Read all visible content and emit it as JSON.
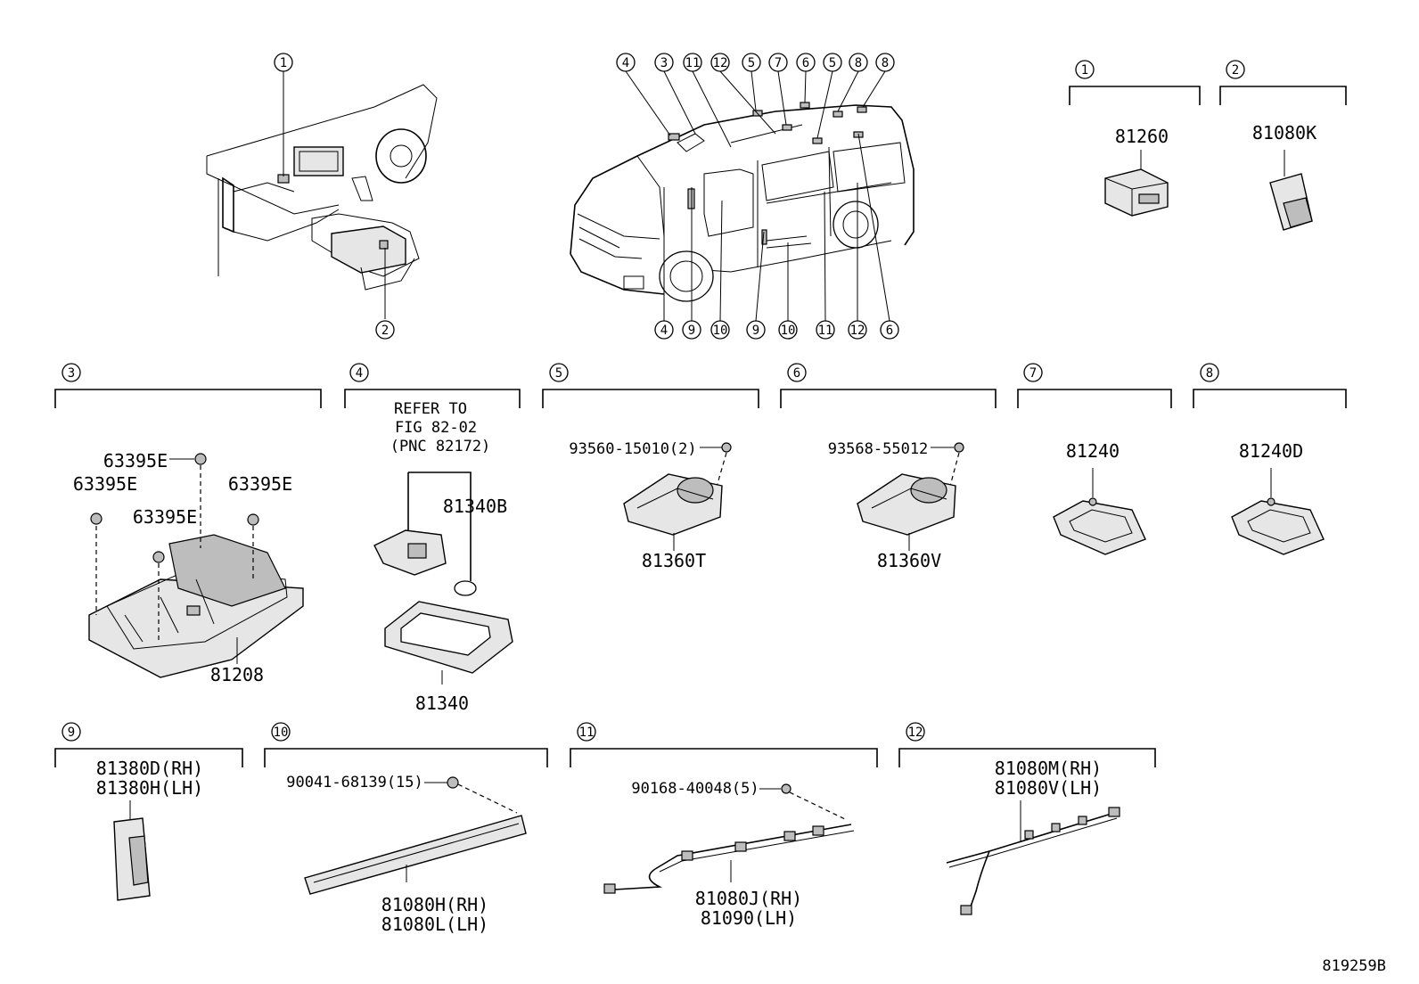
{
  "diagram_code": "819259B",
  "callouts": [
    "1",
    "2",
    "3",
    "4",
    "5",
    "6",
    "7",
    "8",
    "9",
    "10",
    "11",
    "12"
  ],
  "overview": {
    "interior_callouts": [
      "1",
      "2"
    ],
    "vehicle_top_callouts": [
      "4",
      "3",
      "11",
      "12",
      "5",
      "7",
      "6",
      "5",
      "8",
      "8"
    ],
    "vehicle_bottom_callouts": [
      "4",
      "9",
      "10",
      "9",
      "10",
      "11",
      "12",
      "6"
    ]
  },
  "groups": {
    "g1": {
      "callout": "1",
      "parts": [
        "81260"
      ]
    },
    "g2": {
      "callout": "2",
      "parts": [
        "81080K"
      ]
    },
    "g3": {
      "callout": "3",
      "parts": [
        "63395E",
        "63395E",
        "63395E",
        "63395E",
        "81208"
      ]
    },
    "g4": {
      "callout": "4",
      "refer": [
        "REFER TO",
        "FIG 82-02",
        "(PNC 82172)"
      ],
      "parts": [
        "81340B",
        "81340"
      ]
    },
    "g5": {
      "callout": "5",
      "parts": [
        "93560-15010(2)",
        "81360T"
      ]
    },
    "g6": {
      "callout": "6",
      "parts": [
        "93568-55012",
        "81360V"
      ]
    },
    "g7": {
      "callout": "7",
      "parts": [
        "81240"
      ]
    },
    "g8": {
      "callout": "8",
      "parts": [
        "81240D"
      ]
    },
    "g9": {
      "callout": "9",
      "parts": [
        "81380D(RH)",
        "81380H(LH)"
      ]
    },
    "g10": {
      "callout": "10",
      "parts": [
        "90041-68139(15)",
        "81080H(RH)",
        "81080L(LH)"
      ]
    },
    "g11": {
      "callout": "11",
      "parts": [
        "90168-40048(5)",
        "81080J(RH)",
        "81090(LH)"
      ]
    },
    "g12": {
      "callout": "12",
      "parts": [
        "81080M(RH)",
        "81080V(LH)"
      ]
    }
  },
  "icons": [
    "circled-number-icon",
    "van-illustration",
    "dashboard-illustration",
    "screw-icon",
    "clip-icon",
    "bulb-icon"
  ]
}
